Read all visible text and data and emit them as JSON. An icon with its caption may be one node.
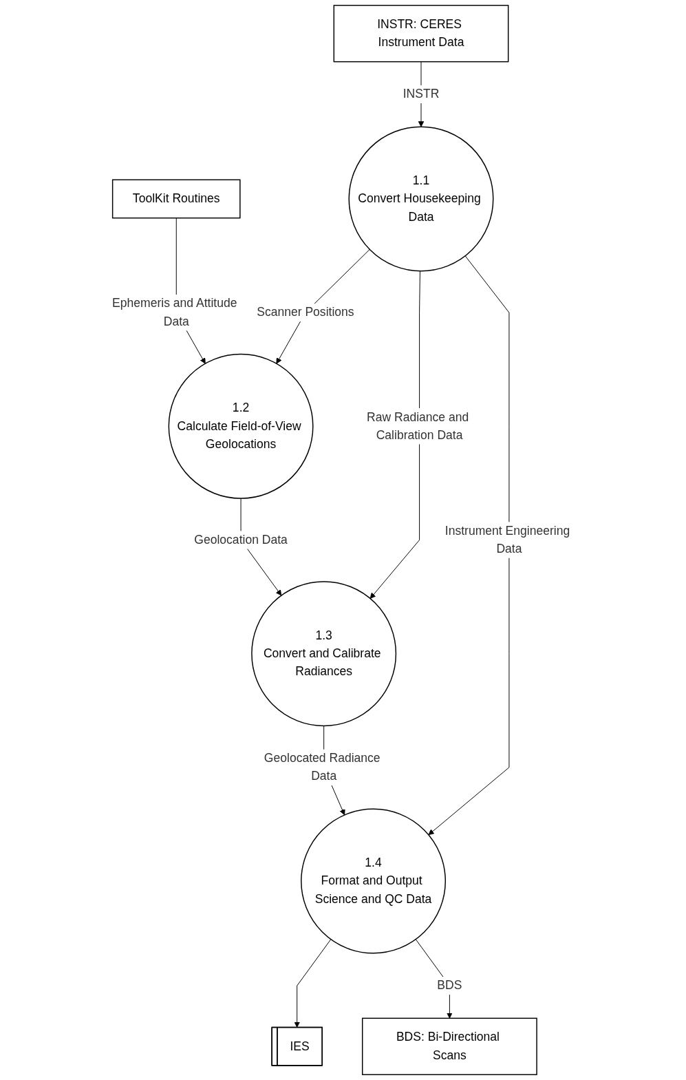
{
  "diagram": {
    "nodes": [
      {
        "text": [
          "INSTR: CERES Instrument Data"
        ]
      },
      {
        "text": [
          "ToolKit Routines"
        ]
      },
      {
        "text": [
          "1.1",
          "Convert Housekeeping Data"
        ]
      },
      {
        "text": [
          "1.2",
          "Calculate Field-of-View Geolocations"
        ]
      },
      {
        "text": [
          "1.3",
          "Convert and Calibrate Radiances"
        ]
      },
      {
        "text": [
          "1.4",
          "Format and Output Science and QC Data"
        ]
      },
      {
        "text": [
          "IES"
        ]
      },
      {
        "text": [
          "BDS: Bi-Directional Scans"
        ]
      }
    ],
    "edges": [
      {
        "from": 0,
        "to": 2,
        "arrow": "to",
        "label": "INSTR"
      },
      {
        "from": 1,
        "to": 3,
        "arrow": "to",
        "label": "Ephemeris and Attitude Data"
      },
      {
        "from": 2,
        "to": 3,
        "arrow": "to",
        "label": "Scanner Positions"
      },
      {
        "from": 2,
        "to": 4,
        "arrow": "to",
        "label": "Raw Radiance and Calibration Data"
      },
      {
        "from": 3,
        "to": 4,
        "arrow": "to",
        "label": "Geolocation Data"
      },
      {
        "from": 2,
        "to": 5,
        "arrow": "to",
        "label": "Instrument Engineering Data"
      },
      {
        "from": 4,
        "to": 5,
        "arrow": "to",
        "label": "Geolocated Radiance Data"
      },
      {
        "from": 5,
        "to": 6,
        "arrow": "to"
      },
      {
        "from": 5,
        "to": 7,
        "arrow": "to",
        "label": "BDS"
      }
    ]
  }
}
